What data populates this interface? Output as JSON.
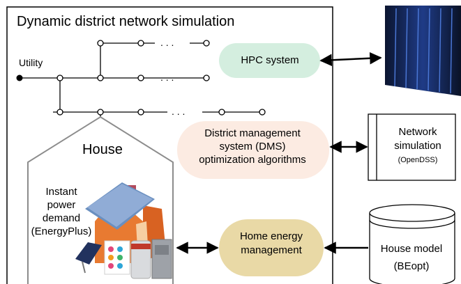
{
  "title": "Dynamic district network simulation",
  "utility_label": "Utility",
  "feeder_ellipsis": ". . .",
  "house_label": "House",
  "hpc_label": "HPC system",
  "dms_label": [
    "District management",
    "system (DMS)",
    "optimization algorithms"
  ],
  "instant_label": [
    "Instant",
    "power",
    "demand",
    "(EnergyPlus)"
  ],
  "home_energy_label": [
    "Home energy",
    "management"
  ],
  "network_sim_label": [
    "Network",
    "simulation"
  ],
  "network_sim_sub": "(OpenDSS)",
  "house_model_label": [
    "House model",
    "(BEopt)"
  ],
  "colors": {
    "hpc_fill": "#d4eedf",
    "dms_fill": "#fcebe2",
    "home_energy_fill": "#e9d9a6",
    "frame": "#000000",
    "house_outline": "#8c8c8c"
  }
}
